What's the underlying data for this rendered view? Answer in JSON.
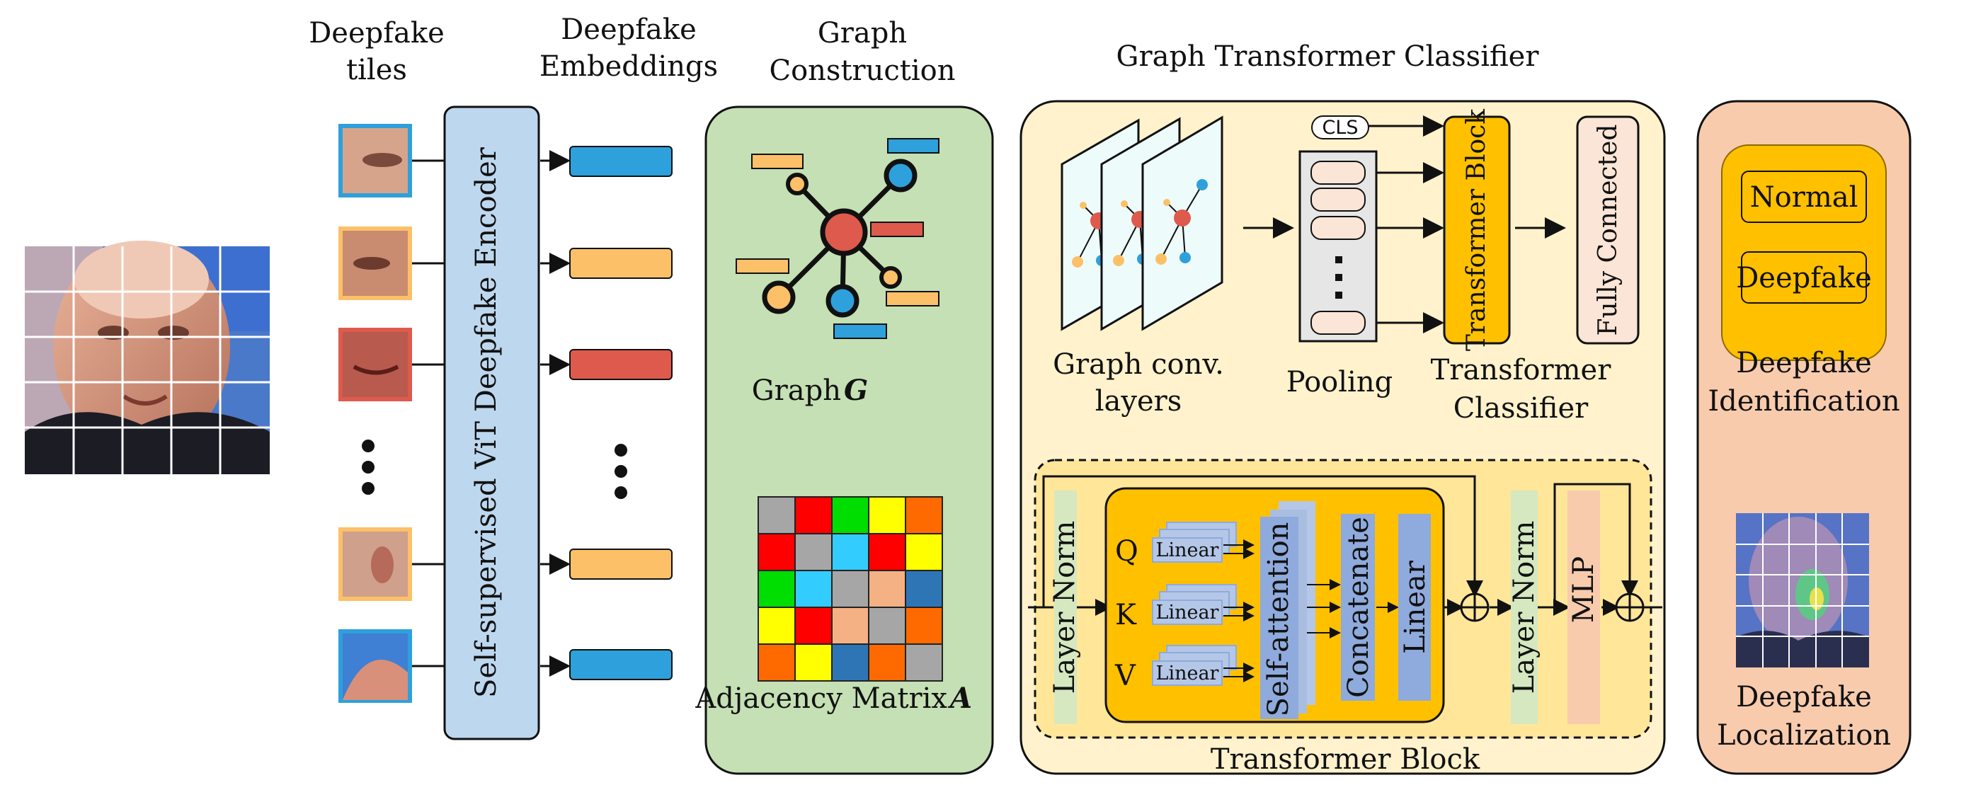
{
  "headers": {
    "tiles": [
      "Deepfake",
      "tiles"
    ],
    "embeddings": [
      "Deepfake",
      "Embeddings"
    ],
    "graph_construction": [
      "Graph",
      "Construction"
    ],
    "gt_classifier": "Graph Transformer Classifier"
  },
  "encoder": {
    "label": "Self-supervised ViT Deepfake Encoder"
  },
  "graph": {
    "label_prefix": "Graph ",
    "label_symbol": "G"
  },
  "adjacency": {
    "label_prefix": "Adjacency Matrix ",
    "label_symbol": "A",
    "cells": [
      [
        "#a6a6a6",
        "#ff0000",
        "#00dd00",
        "#ffff00",
        "#ff6a00"
      ],
      [
        "#ff0000",
        "#a6a6a6",
        "#33ccff",
        "#ff0000",
        "#ffff00"
      ],
      [
        "#00dd00",
        "#33ccff",
        "#a6a6a6",
        "#f4b183",
        "#2e75b6"
      ],
      [
        "#ffff00",
        "#ff0000",
        "#f4b183",
        "#a6a6a6",
        "#ff6a00"
      ],
      [
        "#ff6a00",
        "#ffff00",
        "#2e75b6",
        "#ff6a00",
        "#a6a6a6"
      ]
    ]
  },
  "embedding_colors": [
    "#2ea0db",
    "#fcc068",
    "#de5a4c",
    "#fcc068",
    "#2ea0db"
  ],
  "tile_border_colors": [
    "#2ea0db",
    "#fcc068",
    "#de5a4c",
    "#fcc068",
    "#2ea0db"
  ],
  "gtc": {
    "graph_conv_label": [
      "Graph conv.",
      "layers"
    ],
    "pooling_label": "Pooling",
    "cls_label": "CLS",
    "transformer_block_label": "Transformer Block",
    "fully_connected_label": "Fully Connected",
    "transformer_classifier_label": [
      "Transformer",
      "Classifier"
    ]
  },
  "tblock": {
    "title": "Transformer Block",
    "layer_norm_1": "Layer Norm",
    "layer_norm_2": "Layer Norm",
    "mlp": "MLP",
    "q": "Q",
    "k": "K",
    "v": "V",
    "linear": "Linear",
    "self_attention": "Self-attention",
    "concatenate": "Concatenate",
    "linear_out": "Linear"
  },
  "output": {
    "normal": "Normal",
    "deepfake": "Deepfake",
    "identification_label": [
      "Deepfake",
      "Identification"
    ],
    "localization_label": [
      "Deepfake",
      "Localization"
    ]
  },
  "colors": {
    "encoder_fill": "#bdd7ee",
    "graph_panel_fill": "#c5e0b4",
    "gtc_panel_fill": "#fff2cc",
    "tblock_fill": "#ffe699",
    "mha_fill": "#ffc000",
    "output_panel_fill": "#f8cbad",
    "concat_fill": "#8faadc",
    "layer_norm_fill": "#d5e8c0",
    "mlp_fill": "#f8cbad"
  }
}
